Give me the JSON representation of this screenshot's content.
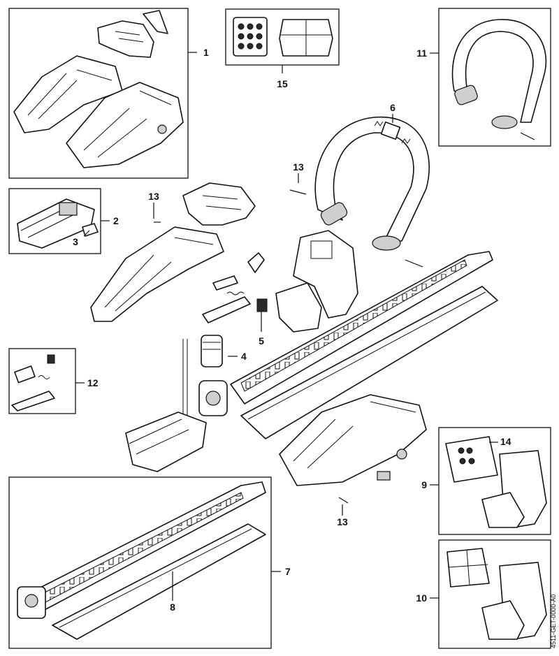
{
  "diagram": {
    "drawing_code": "4511-GET-0000-A0",
    "callouts": [
      {
        "id": "c1",
        "label": "1"
      },
      {
        "id": "c2",
        "label": "2"
      },
      {
        "id": "c3",
        "label": "3"
      },
      {
        "id": "c4",
        "label": "4"
      },
      {
        "id": "c5",
        "label": "5"
      },
      {
        "id": "c6",
        "label": "6"
      },
      {
        "id": "c7",
        "label": "7"
      },
      {
        "id": "c8",
        "label": "8"
      },
      {
        "id": "c9",
        "label": "9"
      },
      {
        "id": "c10",
        "label": "10"
      },
      {
        "id": "c11",
        "label": "11"
      },
      {
        "id": "c12",
        "label": "12"
      },
      {
        "id": "c13a",
        "label": "13"
      },
      {
        "id": "c13b",
        "label": "13"
      },
      {
        "id": "c13c",
        "label": "13"
      },
      {
        "id": "c14",
        "label": "14"
      },
      {
        "id": "c15",
        "label": "15"
      }
    ]
  }
}
